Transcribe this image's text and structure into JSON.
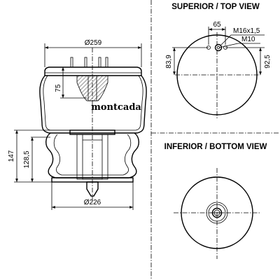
{
  "views": {
    "top_title": "SUPERIOR / TOP VIEW",
    "bottom_title": "INFERIOR / BOTTOM VIEW"
  },
  "brand": "montcada",
  "dimensions": {
    "outer_diameter": "Ø259",
    "bottom_diameter": "Ø226",
    "stud_height": "75",
    "overall_height": "147",
    "bellow_height": "128,5",
    "stud_spacing": "65",
    "stud_thread": "M16x1,5",
    "air_thread": "M10",
    "offset_left": "83,9",
    "offset_right": "92,5"
  }
}
